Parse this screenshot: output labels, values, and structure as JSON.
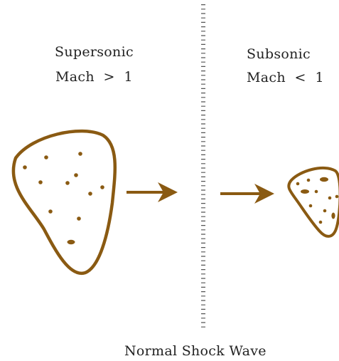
{
  "supersonic": {
    "title": "Supersonic",
    "mach": "Mach  >  1"
  },
  "subsonic": {
    "title": "Subsonic",
    "mach": "Mach  <  1"
  },
  "caption": "Normal Shock Wave",
  "colors": {
    "parcel": "#8a5a12",
    "shock_line": "#555555",
    "text": "#222222"
  }
}
